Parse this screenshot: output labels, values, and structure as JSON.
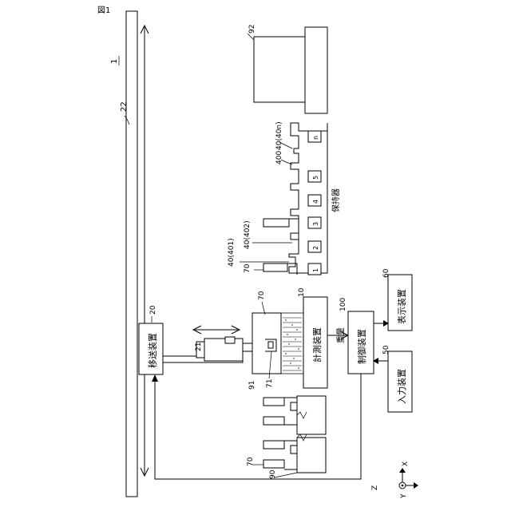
{
  "figure_label": "図1",
  "labels": {
    "system": "1",
    "rail": "22",
    "transfer_ref": "20",
    "transfer_name": "移送装置",
    "arm_ref": "21",
    "gripper_ref_top": "70",
    "gripper_ref_mid": "71",
    "measure_ref": "10",
    "measure_name": "計測装置",
    "container_ref": "91",
    "tray_ref": "90",
    "tray_item_ref": "70",
    "control_ref": "100",
    "control_name": "制御装置",
    "weight": "重量",
    "display_ref": "60",
    "display_name": "表示装置",
    "input_ref": "50",
    "input_name": "入力装置",
    "holder_name": "保持器",
    "holder_ref": "400",
    "holder_top_ref": "92",
    "slot_401": "40(401)",
    "slot_402": "40(402)",
    "slot_40n": "40(40n)",
    "slot_ref_70": "70",
    "slots": [
      "1",
      "2",
      "3",
      "4",
      "5",
      "n"
    ]
  },
  "axes": {
    "z": "Z",
    "x": "X",
    "y": "Y"
  }
}
